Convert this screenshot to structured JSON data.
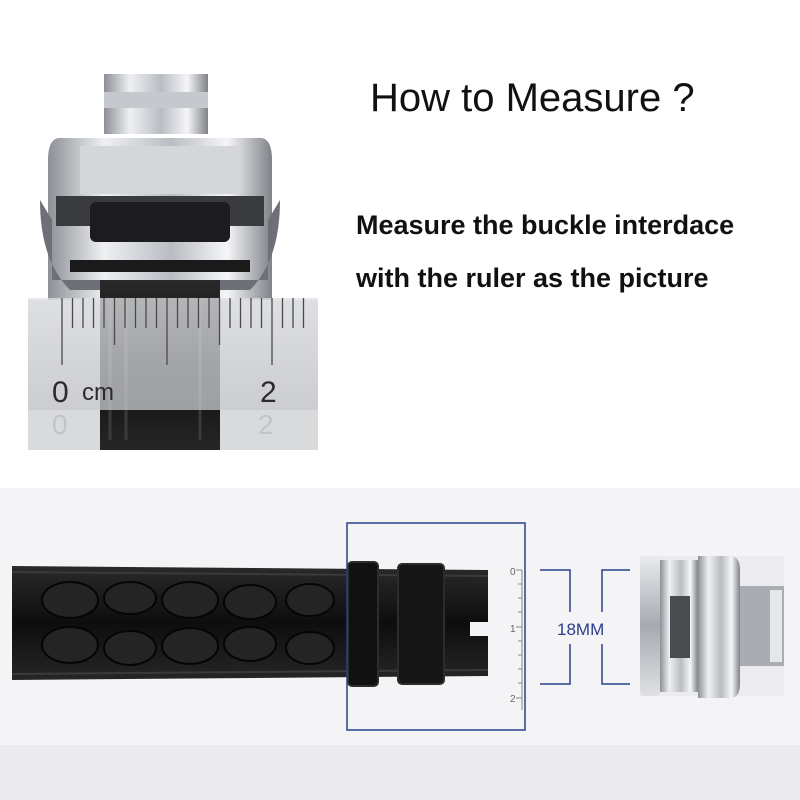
{
  "header": {
    "title": "How to Measure ?",
    "instruction_line1": "Measure the buckle interdace",
    "instruction_line2": "with the ruler as the picture"
  },
  "ruler_top": {
    "label_zero": "0",
    "label_unit": "cm",
    "label_two": "2"
  },
  "ruler_bottom": {
    "label_zero": "0",
    "label_one": "1",
    "label_two": "2"
  },
  "measurement": {
    "value_label": "18MM"
  },
  "colors": {
    "dimension_line": "#2a3e8c",
    "strap": "#121212",
    "steel": "#c9cbd0"
  }
}
